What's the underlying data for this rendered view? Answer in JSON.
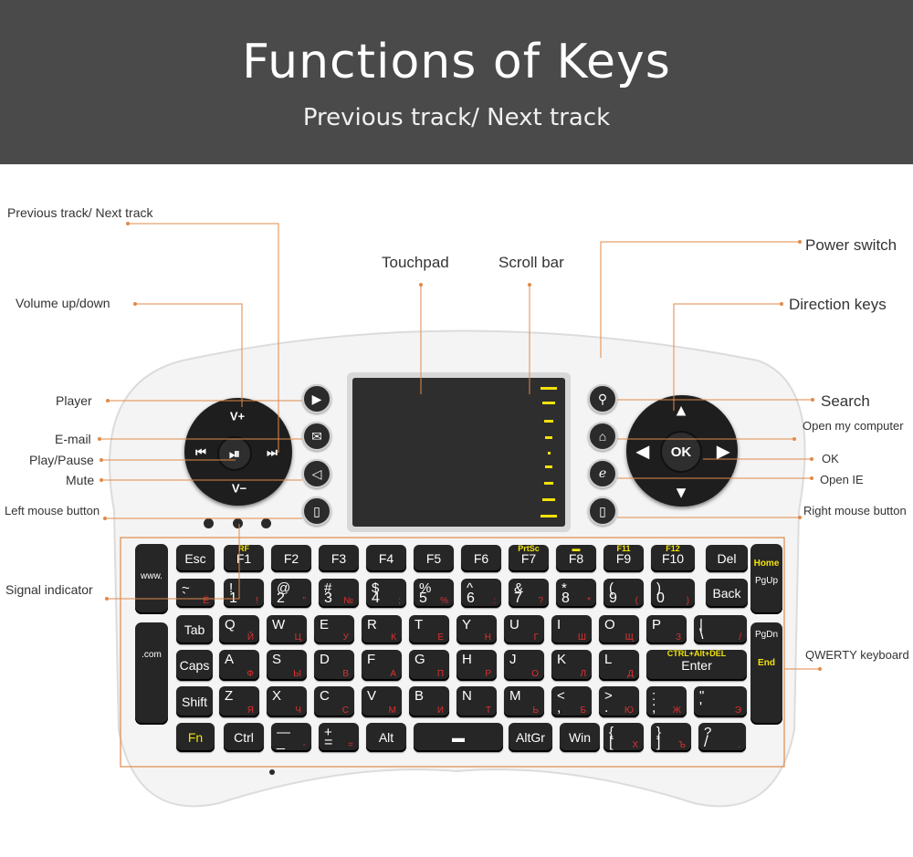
{
  "banner": {
    "title": "Functions of Keys",
    "subtitle": "Previous track/ Next track"
  },
  "labels": {
    "prev_next": "Previous track/ Next track",
    "volume": "Volume up/down",
    "player": "Player",
    "email": "E-mail",
    "play_pause": "Play/Pause",
    "mute": "Mute",
    "left_mouse": "Left mouse button",
    "signal": "Signal indicator",
    "touchpad": "Touchpad",
    "scroll_bar": "Scroll bar",
    "power_switch": "Power switch",
    "direction_keys": "Direction keys",
    "search": "Search",
    "open_computer": "Open my computer",
    "ok": "OK",
    "open_ie": "Open IE",
    "right_mouse": "Right mouse button",
    "qwerty": "QWERTY keyboard"
  },
  "media_pad": {
    "vol_up": "V+",
    "vol_down": "V−",
    "prev": "⏮",
    "next": "⏭",
    "play": "⏯"
  },
  "dir_pad": {
    "ok": "OK"
  },
  "side_keys": {
    "www": "www.",
    "com": ".com",
    "home": "Home",
    "pgup": "PgUp",
    "pgdn": "PgDn",
    "end": "End"
  },
  "rows": {
    "r0": [
      {
        "main": "Esc"
      },
      {
        "main": "F1",
        "yel": "RF"
      },
      {
        "main": "F2"
      },
      {
        "main": "F3"
      },
      {
        "main": "F4"
      },
      {
        "main": "F5"
      },
      {
        "main": "F6"
      },
      {
        "main": "F7",
        "yel": "PrtSc"
      },
      {
        "main": "F8",
        "yel": "▬"
      },
      {
        "main": "F9",
        "yel": "F11"
      },
      {
        "main": "F10",
        "yel": "F12"
      },
      {
        "main": "Del"
      }
    ],
    "r1": [
      {
        "tl": "~",
        "bl": "`",
        "red": "Ё"
      },
      {
        "tl": "!",
        "bl": "1",
        "red": "!"
      },
      {
        "tl": "@",
        "bl": "2",
        "red": "\""
      },
      {
        "tl": "#",
        "bl": "3",
        "red": "№"
      },
      {
        "tl": "$",
        "bl": "4",
        "red": ";"
      },
      {
        "tl": "%",
        "bl": "5",
        "red": "%"
      },
      {
        "tl": "^",
        "bl": "6",
        "red": ":"
      },
      {
        "tl": "&",
        "bl": "7",
        "red": "?"
      },
      {
        "tl": "*",
        "bl": "8",
        "red": "*"
      },
      {
        "tl": "(",
        "bl": "9",
        "red": "("
      },
      {
        "tl": ")",
        "bl": "0",
        "red": ")"
      },
      {
        "main": "Back"
      }
    ],
    "r2": [
      {
        "main": "Tab"
      },
      {
        "tl": "Q",
        "red": "Й"
      },
      {
        "tl": "W",
        "red": "Ц"
      },
      {
        "tl": "E",
        "red": "У"
      },
      {
        "tl": "R",
        "red": "К"
      },
      {
        "tl": "T",
        "red": "Е"
      },
      {
        "tl": "Y",
        "red": "Н"
      },
      {
        "tl": "U",
        "red": "Г"
      },
      {
        "tl": "I",
        "red": "Ш"
      },
      {
        "tl": "O",
        "red": "Щ"
      },
      {
        "tl": "P",
        "red": "З"
      },
      {
        "tl": "|",
        "bl": "\\",
        "red": "/"
      }
    ],
    "r3": [
      {
        "main": "Caps"
      },
      {
        "tl": "A",
        "red": "Ф"
      },
      {
        "tl": "S",
        "red": "Ы"
      },
      {
        "tl": "D",
        "red": "В"
      },
      {
        "tl": "F",
        "red": "А"
      },
      {
        "tl": "G",
        "red": "П"
      },
      {
        "tl": "H",
        "red": "Р"
      },
      {
        "tl": "J",
        "red": "О"
      },
      {
        "tl": "K",
        "red": "Л"
      },
      {
        "tl": "L",
        "red": "Д"
      },
      {
        "main": "Enter",
        "yel": "CTRL+Alt+DEL"
      }
    ],
    "r4": [
      {
        "main": "Shift"
      },
      {
        "tl": "Z",
        "red": "Я"
      },
      {
        "tl": "X",
        "red": "Ч"
      },
      {
        "tl": "C",
        "red": "С"
      },
      {
        "tl": "V",
        "red": "М"
      },
      {
        "tl": "B",
        "red": "И"
      },
      {
        "tl": "N",
        "red": "Т"
      },
      {
        "tl": "M",
        "red": "Ь"
      },
      {
        "tl": "<",
        "bl": ",",
        "red": "Б"
      },
      {
        "tl": ">",
        "bl": ".",
        "red": "Ю"
      },
      {
        "tl": ":",
        "bl": ";",
        "red": "Ж"
      },
      {
        "tl": "\"",
        "bl": "'",
        "red": "Э"
      }
    ],
    "r5": [
      {
        "main": "Fn"
      },
      {
        "main": "Ctrl"
      },
      {
        "tl": "—",
        "bl": "_",
        "red": "-"
      },
      {
        "tl": "+",
        "bl": "=",
        "red": "="
      },
      {
        "main": "Alt"
      },
      {
        "main": "▬"
      },
      {
        "main": "AltGr"
      },
      {
        "main": "Win"
      },
      {
        "tl": "{",
        "bl": "[",
        "red": "Х"
      },
      {
        "tl": "}",
        "bl": "]",
        "red": "Ъ"
      },
      {
        "tl": "?",
        "bl": "/",
        "red": "."
      }
    ]
  }
}
